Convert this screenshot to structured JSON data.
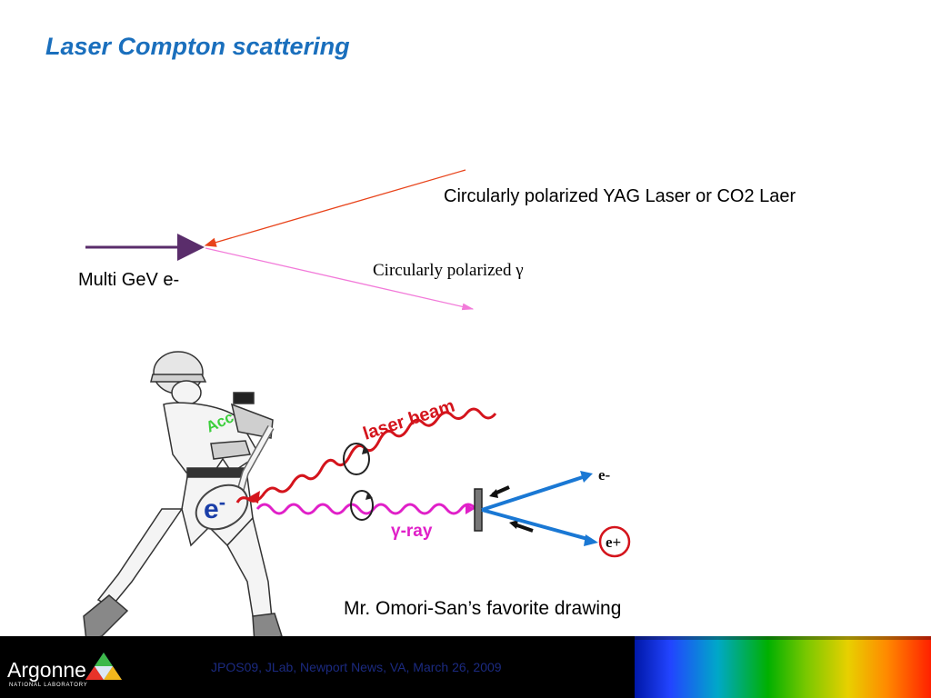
{
  "slide": {
    "title": "Laser Compton scattering"
  },
  "diagram": {
    "laser_label": "Circularly polarized YAG Laser or CO2 Laer",
    "gamma_label": "Circularly polarized γ",
    "electron_label": "Multi GeV e-",
    "colors": {
      "electron_arrow": "#5a2d6b",
      "laser_arrow": "#e8431a",
      "gamma_arrow": "#f27ad9"
    }
  },
  "drawing": {
    "text": {
      "acc": "Acc",
      "laser_beam": "laser beam",
      "gamma_ray": "γ-ray",
      "electron": "e",
      "electron_sup": "-",
      "out_electron": "e-",
      "positron": "e+"
    },
    "caption": "Mr. Omori-San’s favorite drawing"
  },
  "footer": {
    "logo_text": "Argonne",
    "logo_subtext": "NATIONAL LABORATORY",
    "event": "JPOS09, JLab, Newport News, VA,  March 26, 2009"
  }
}
